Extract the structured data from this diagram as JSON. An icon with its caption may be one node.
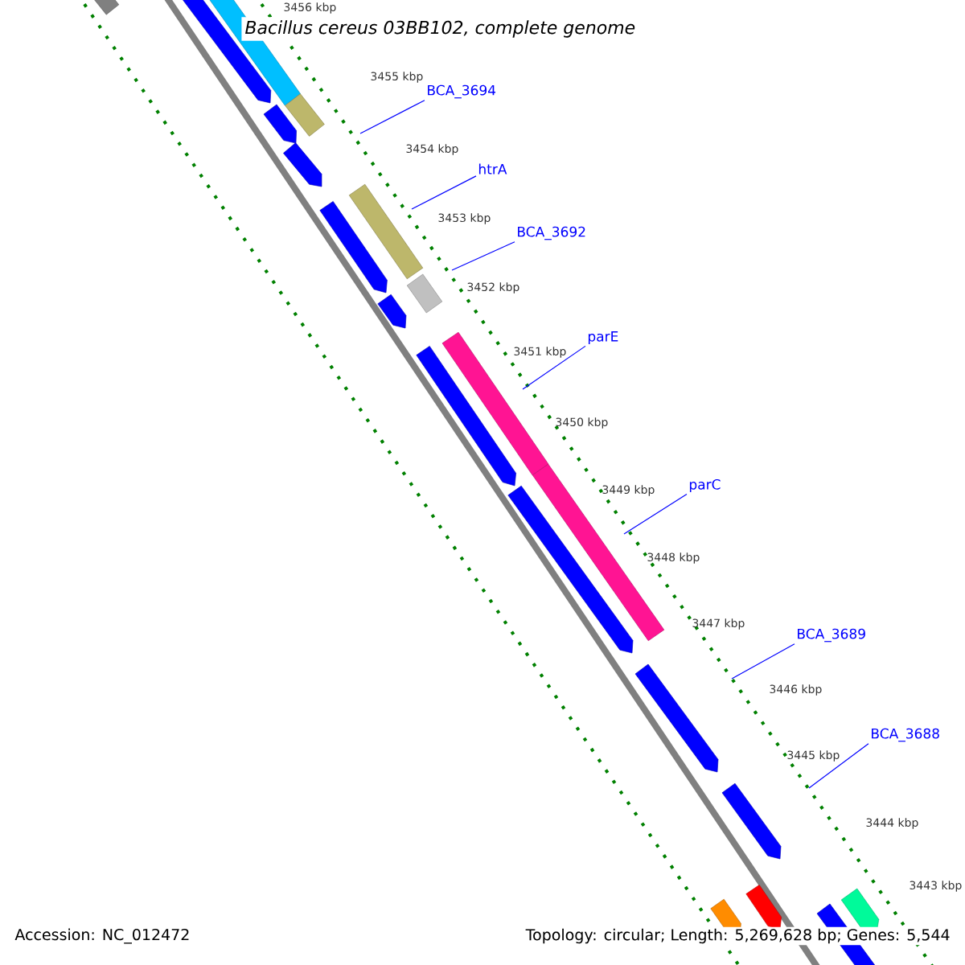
{
  "diagram": {
    "title": "Bacillus cereus 03BB102, complete genome",
    "nodes": [
      {
        "text": [
          "BCA_3694"
        ]
      },
      {
        "text": [
          "htrA"
        ]
      },
      {
        "text": [
          "BCA_3692"
        ]
      },
      {
        "text": [
          "parE"
        ]
      },
      {
        "text": [
          "parC"
        ]
      },
      {
        "text": [
          "BCA_3689"
        ]
      },
      {
        "text": [
          "BCA_3688"
        ]
      }
    ],
    "edges": [
      {
        "from": 0,
        "to": null,
        "arrow": "none"
      },
      {
        "from": 1,
        "to": null,
        "arrow": "none"
      },
      {
        "from": 2,
        "to": null,
        "arrow": "none"
      },
      {
        "from": 3,
        "to": null,
        "arrow": "none"
      },
      {
        "from": 4,
        "to": null,
        "arrow": "none"
      },
      {
        "from": 5,
        "to": null,
        "arrow": "none"
      },
      {
        "from": 6,
        "to": null,
        "arrow": "none"
      }
    ],
    "labels": [
      "3456 kbp",
      "3455 kbp",
      "3454 kbp",
      "3453 kbp",
      "3452 kbp",
      "3451 kbp",
      "3450 kbp",
      "3449 kbp",
      "3448 kbp",
      "3447 kbp",
      "3446 kbp",
      "3445 kbp",
      "3444 kbp",
      "3443 kbp",
      "Accession: NC_012472",
      "Topology: circular; Length: 5,269,628 bp; Genes: 5,544"
    ]
  }
}
